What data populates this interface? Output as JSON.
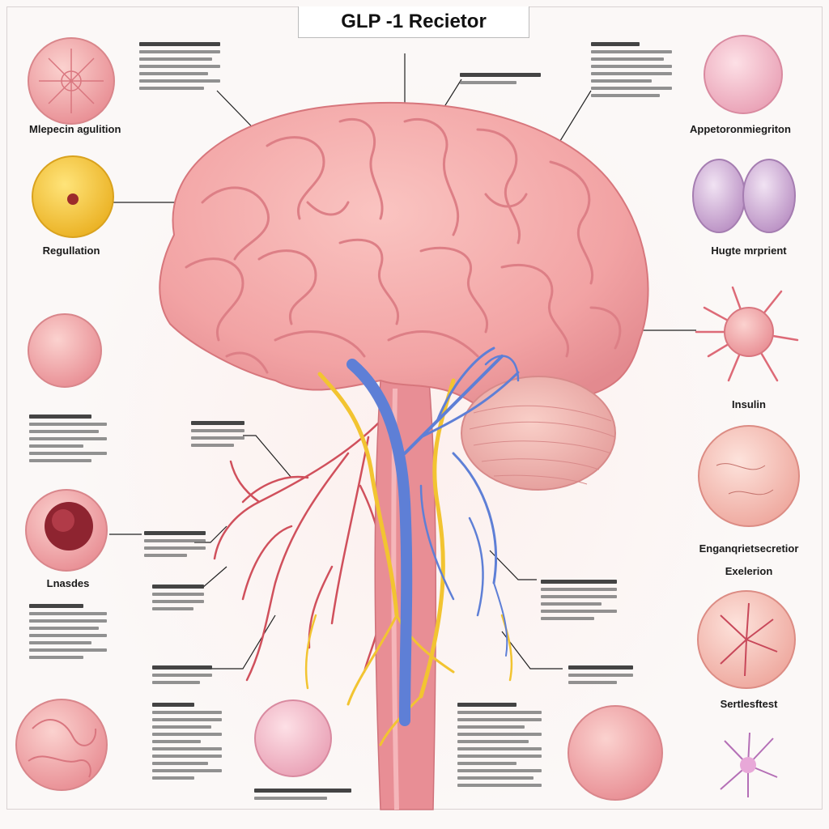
{
  "title": "GLP -1 Recietor",
  "labels": {
    "top_left": "Mlepecin agulition",
    "left_2": "Regullation",
    "left_5": "Lnasdes",
    "top_right": "Appetoronmiegriton",
    "right_2": "Hugte mrprient",
    "right_3": "Insulin",
    "right_4": "Enganqrietsecretior",
    "right_5": "Exelerion",
    "right_6": "Sertlesftest"
  },
  "colors": {
    "brain": "#f4a8a8",
    "brain_fold": "#e98a8e",
    "vessel_blue": "#5e7fd6",
    "nerve_yellow": "#f2c431",
    "artery_red": "#d0505c",
    "spinal": "#e88e95"
  },
  "icons": [
    "brain",
    "spinal-cord",
    "cerebellum",
    "cell",
    "neuron"
  ]
}
